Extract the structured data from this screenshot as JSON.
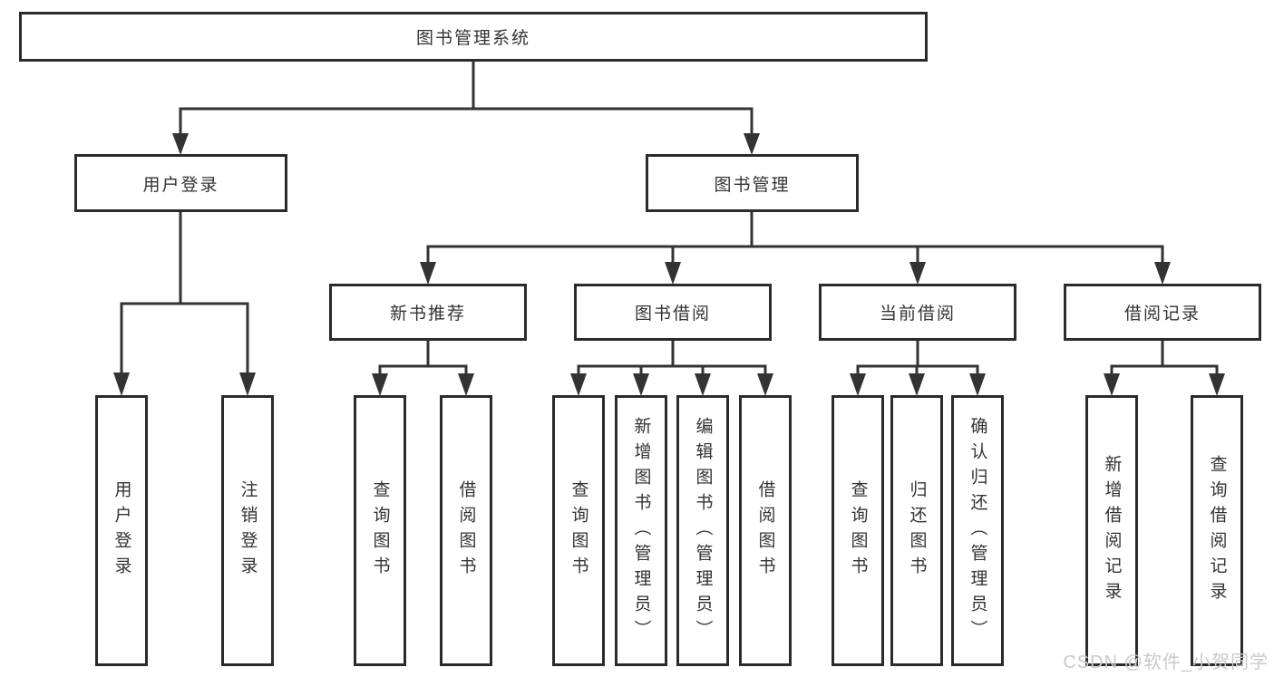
{
  "diagram": {
    "title": "图书管理系统",
    "tree": {
      "label": "图书管理系统",
      "children": [
        {
          "label": "用户登录",
          "children": [
            {
              "label": "用户登录"
            },
            {
              "label": "注销登录"
            }
          ]
        },
        {
          "label": "图书管理",
          "children": [
            {
              "label": "新书推荐",
              "children": [
                {
                  "label": "查询图书"
                },
                {
                  "label": "借阅图书"
                }
              ]
            },
            {
              "label": "图书借阅",
              "children": [
                {
                  "label": "查询图书"
                },
                {
                  "label": "新增图书（管理员）"
                },
                {
                  "label": "编辑图书（管理员）"
                },
                {
                  "label": "借阅图书"
                }
              ]
            },
            {
              "label": "当前借阅",
              "children": [
                {
                  "label": "查询图书"
                },
                {
                  "label": "归还图书"
                },
                {
                  "label": "确认归还（管理员）"
                }
              ]
            },
            {
              "label": "借阅记录",
              "children": [
                {
                  "label": "新增借阅记录"
                },
                {
                  "label": "查询借阅记录"
                }
              ]
            }
          ]
        }
      ]
    }
  },
  "watermark": {
    "text": "CSDN @软件_小贺同学"
  },
  "colors": {
    "line": "#333333",
    "border": "#2b2b2b",
    "text": "#333333",
    "background": "#ffffff",
    "watermark": "#c9c9c9"
  }
}
